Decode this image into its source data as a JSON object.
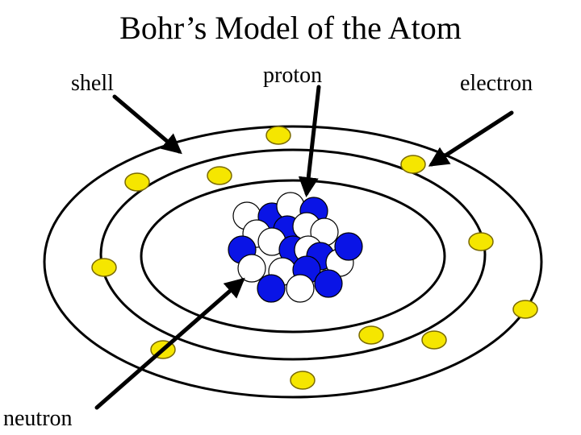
{
  "title": "Bohr’s Model of the Atom",
  "labels": {
    "shell": "shell",
    "proton": "proton",
    "electron": "electron",
    "neutron": "neutron"
  },
  "colors": {
    "proton": "#0a14e6",
    "neutron": "#ffffff",
    "electron": "#f5e600",
    "electron_stroke": "#7a6a00",
    "shell": "#000000",
    "arrow": "#000000"
  }
}
